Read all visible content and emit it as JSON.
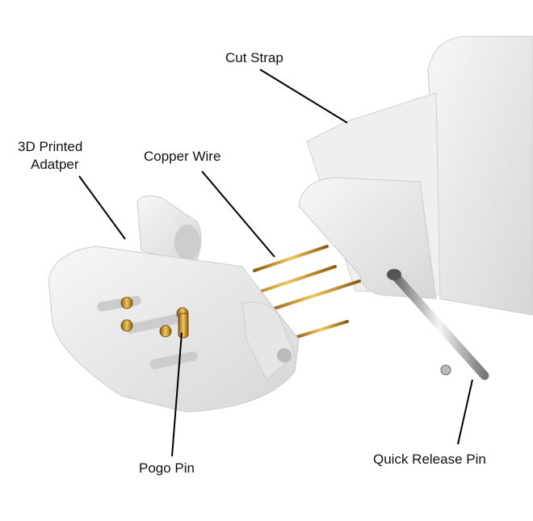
{
  "labels": {
    "cut_strap": "Cut Strap",
    "adapter_line1": "3D Printed",
    "adapter_line2": "Adatper",
    "copper_wire": "Copper Wire",
    "pogo_pin": "Pogo Pin",
    "quick_release_pin": "Quick Release Pin"
  },
  "colors": {
    "part": "#ececec",
    "shade": "#d2d2d2",
    "copper": "#c8961e",
    "pin": "#a8a8a8"
  }
}
